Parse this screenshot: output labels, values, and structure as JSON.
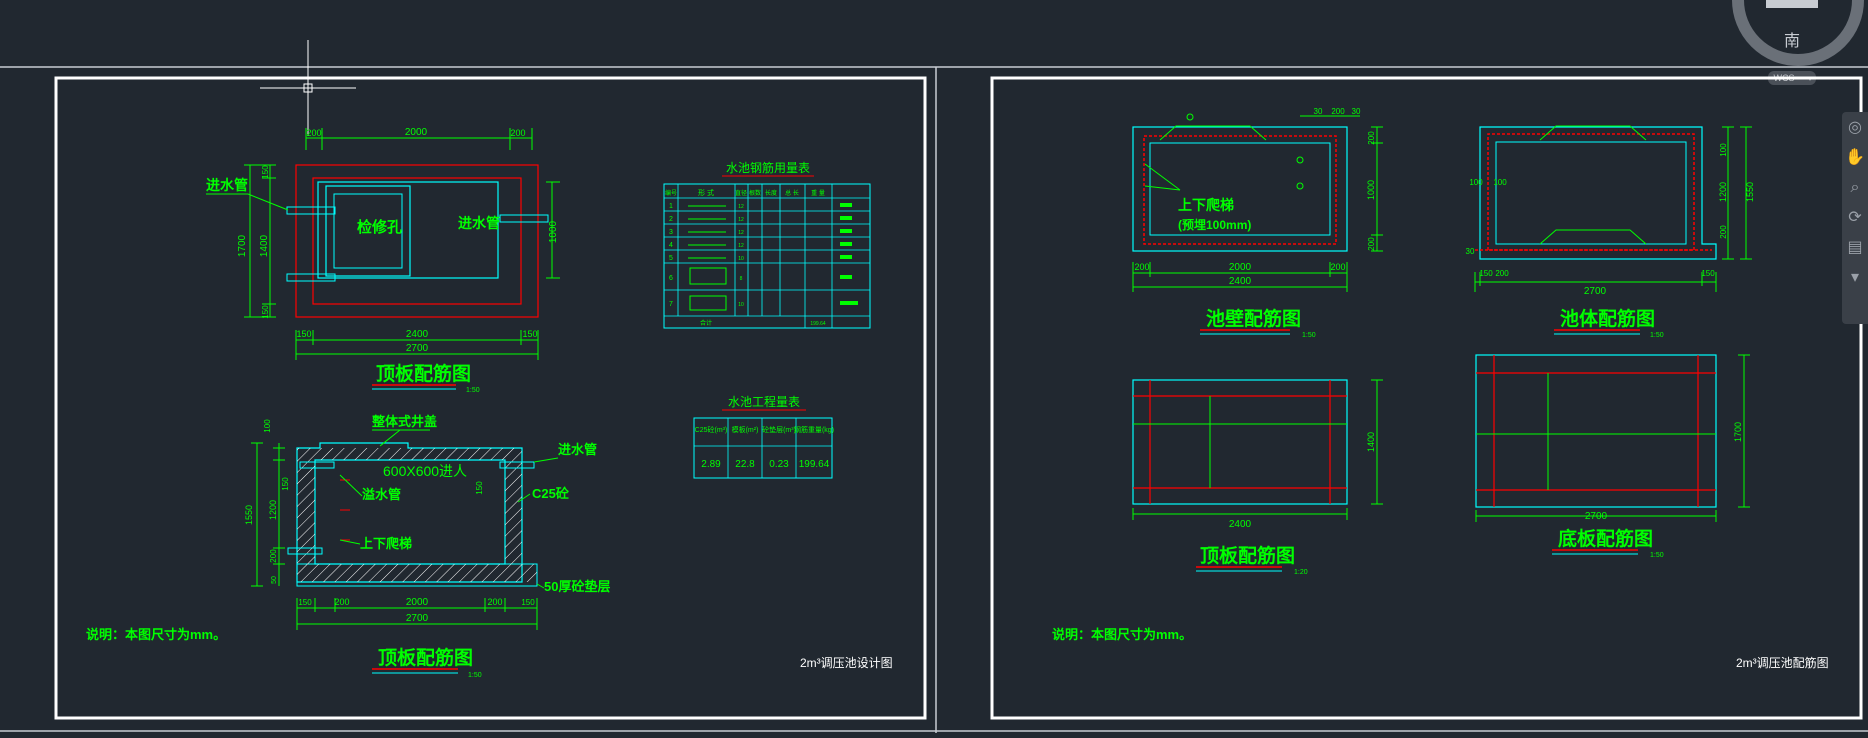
{
  "viewcube": {
    "direction": "南",
    "wcs": "WCS"
  },
  "colors": {
    "background": "#212830",
    "green": "#00ff00",
    "cyan": "#00ffff",
    "red": "#ff0000",
    "white": "#ffffff"
  },
  "left_sheet": {
    "title_block": "2m³调压池设计图",
    "note": "说明：本图尺寸为mm。",
    "top_plan": {
      "title": "顶板配筋图",
      "scale": "1:50",
      "inlet_left": "进水管",
      "inlet_right": "进水管",
      "manhole": "检修孔",
      "dims_top": [
        "200",
        "2000",
        "200"
      ],
      "dims_bottom_1": [
        "150",
        "2400",
        "150"
      ],
      "dim_bottom_total": "2700",
      "dims_left": [
        "150",
        "1400",
        "150"
      ],
      "dim_left_total": "1700",
      "dim_right": "1000"
    },
    "section": {
      "title": "顶板配筋图",
      "scale": "1:50",
      "cover": "整体式井盖",
      "opening": "600X600进人",
      "overflow": "溢水管",
      "ladder": "上下爬梯",
      "inlet": "进水管",
      "concrete": "C25砼",
      "cushion": "50厚砼垫层",
      "dims_left": [
        "100",
        "150",
        "1200",
        "200",
        "50"
      ],
      "dim_left_total": "1550",
      "dims_bottom": [
        "150",
        "200",
        "2000",
        "200",
        "150"
      ],
      "dim_bottom_total": "2700"
    },
    "rebar_table": {
      "title": "水池钢筋用量表",
      "headers": [
        "编号",
        "形 式",
        "直径",
        "根数",
        "长度",
        "总 长",
        "重 量"
      ],
      "rows": [
        [
          "1",
          "",
          "12",
          "",
          "",
          "",
          ""
        ],
        [
          "2",
          "",
          "12",
          "",
          "",
          "",
          ""
        ],
        [
          "3",
          "",
          "12",
          "",
          "",
          "",
          ""
        ],
        [
          "4",
          "",
          "12",
          "",
          "",
          "",
          ""
        ],
        [
          "5",
          "",
          "10",
          "",
          "",
          "",
          ""
        ],
        [
          "6",
          "",
          "8",
          "",
          "",
          "",
          ""
        ],
        [
          "7",
          "",
          "10",
          "",
          "",
          "",
          ""
        ]
      ],
      "total_label": "合计",
      "total_value": "199.64"
    },
    "quantity_table": {
      "title": "水池工程量表",
      "headers": [
        "C25砼(m³)",
        "模板(m²)",
        "砼垫层(m³)",
        "钢筋重量(kg)"
      ],
      "values": [
        "2.89",
        "22.8",
        "0.23",
        "199.64"
      ]
    }
  },
  "right_sheet": {
    "title_block": "2m³调压池配筋图",
    "note": "说明：本图尺寸为mm。",
    "wall_view": {
      "title": "池壁配筋图",
      "scale": "1:50",
      "ladder": "上下爬梯",
      "embedded": "(预埋100mm)",
      "dims_top": [
        "30",
        "200",
        "30"
      ],
      "dims_bottom": [
        "200",
        "2000",
        "200"
      ],
      "dim_bottom_total": "2400",
      "dims_right": [
        "200",
        "1000",
        "200"
      ]
    },
    "body_view": {
      "title": "池体配筋图",
      "scale": "1:50",
      "dims_left": [
        "100",
        "100",
        "30"
      ],
      "dims_bottom": [
        "150",
        "200",
        "150"
      ],
      "dim_bottom_total": "2700",
      "dims_right": [
        "100",
        "1200",
        "200"
      ],
      "dim_right_total": "1550"
    },
    "top_slab": {
      "title": "顶板配筋图",
      "scale": "1:20",
      "dim_bottom": "2400",
      "dim_right": "1400"
    },
    "bottom_slab": {
      "title": "底板配筋图",
      "scale": "1:50",
      "dim_bottom": "2700",
      "dim_right": "1700"
    }
  }
}
